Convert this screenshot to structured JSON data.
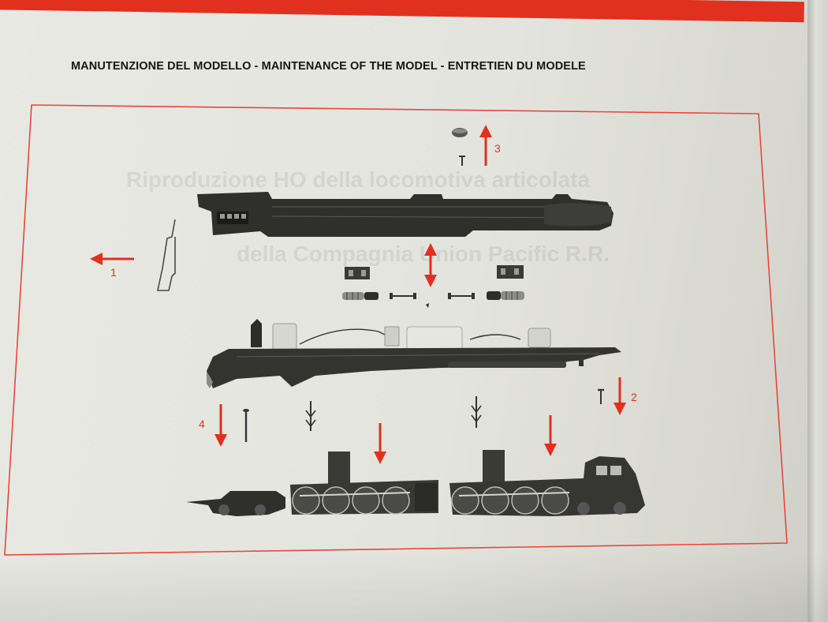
{
  "header": {
    "title": "MANUTENZIONE DEL MODELLO - MAINTENANCE OF THE MODEL - ENTRETIEN DU MODELE"
  },
  "steps": [
    {
      "label": "1",
      "direction": "left"
    },
    {
      "label": "2",
      "direction": "down"
    },
    {
      "label": "3",
      "direction": "up"
    },
    {
      "label": "4",
      "direction": "down"
    }
  ],
  "bleed_through": {
    "line1": "Riproduzione HO della locomotiva articolata",
    "line2": "della Compagnia Union Pacific R.R."
  },
  "colors": {
    "accent": "#e2301e",
    "frame": "#e8473a",
    "ink": "#2b2b2b"
  }
}
